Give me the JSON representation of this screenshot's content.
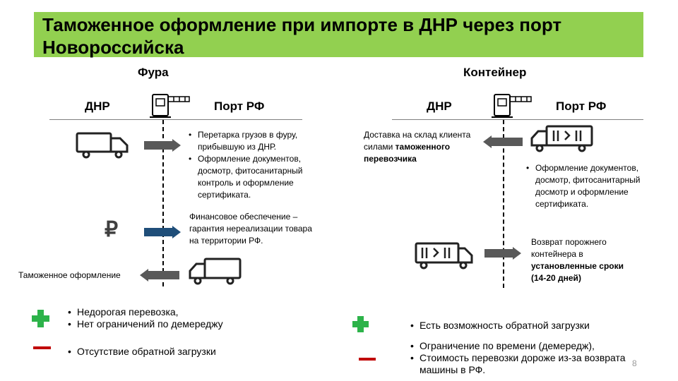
{
  "title": "Таможенное оформление при импорте в ДНР через порт Новороссийска",
  "left": {
    "heading": "Фура",
    "from": "ДНР",
    "to": "Порт РФ",
    "step1_items": [
      "Перетарка грузов в фуру, прибывшую из ДНР.",
      "Оформление документов, досмотр, фитосанитарный контроль и оформление сертификата."
    ],
    "step2_text": "Финансовое обеспечение – гарантия нереализации товара на территории РФ.",
    "ruble": "₽",
    "step3_text": "Таможенное оформление",
    "pros": [
      "Недорогая перевозка,",
      "Нет ограничений по демереджу"
    ],
    "cons": [
      "Отсутствие обратной загрузки"
    ]
  },
  "right": {
    "heading": "Контейнер",
    "from": "ДНР",
    "to": "Порт РФ",
    "step1_text_pre": "Доставка на склад клиента силами ",
    "step1_text_bold": "таможенного перевозчика",
    "step2_items": [
      "Оформление документов, досмотр, фитосанитарный досмотр и оформление сертификата."
    ],
    "step3_text_pre": "Возврат порожнего контейнера в ",
    "step3_text_bold": "установленные сроки (14-20 дней)",
    "pros": [
      "Есть возможность обратной загрузки"
    ],
    "cons": [
      "Ограничение по времени (демередж),",
      "Стоимость перевозки дороже из-за возврата машины в РФ."
    ]
  },
  "page_number": "8",
  "colors": {
    "title_bg": "#92d050",
    "arrow_gray": "#595959",
    "arrow_blue": "#1f4e79",
    "plus": "#2db34a",
    "minus": "#c00000"
  }
}
